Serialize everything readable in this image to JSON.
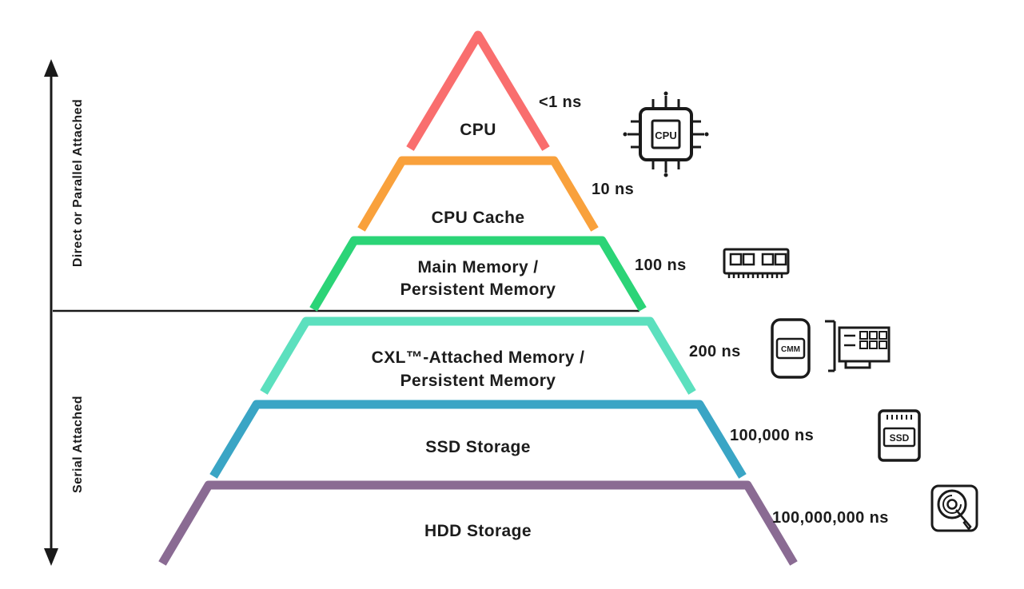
{
  "diagram": {
    "axis": {
      "top_section_label": "Direct or Parallel Attached",
      "bottom_section_label": "Serial Attached"
    },
    "levels": [
      {
        "label": "CPU",
        "label2": "",
        "latency": "<1 ns",
        "color": "#F96E6E"
      },
      {
        "label": "CPU Cache",
        "label2": "",
        "latency": "10 ns",
        "color": "#F9A13C"
      },
      {
        "label": "Main Memory /",
        "label2": "Persistent Memory",
        "latency": "100 ns",
        "color": "#2BD477"
      },
      {
        "label": "CXL™-Attached Memory /",
        "label2": "Persistent Memory",
        "latency": "200 ns",
        "color": "#5CE0BE"
      },
      {
        "label": "SSD Storage",
        "label2": "",
        "latency": "100,000 ns",
        "color": "#3AA5C5"
      },
      {
        "label": "HDD Storage",
        "label2": "",
        "latency": "100,000,000 ns",
        "color": "#8A6B93"
      }
    ],
    "icons": {
      "cpu": {
        "label": "CPU"
      },
      "cmm": {
        "label": "CMM"
      },
      "ssd": {
        "label": "SSD"
      }
    }
  }
}
